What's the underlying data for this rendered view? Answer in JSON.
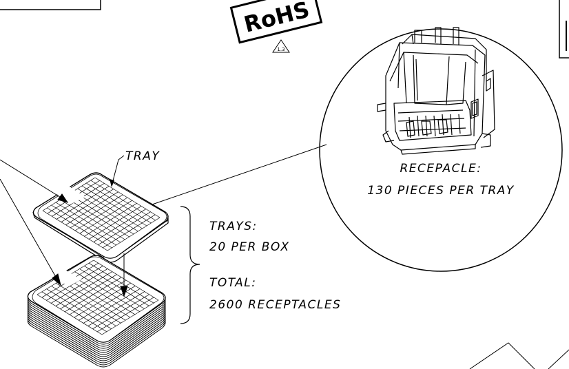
{
  "drawing": {
    "rohs_mark": "RoHS",
    "revision_flag": "1.3",
    "tray_callout": "TRAY",
    "receptacle_note": {
      "line1": "RECEPACLE:",
      "line2": "130 PIECES PER TRAY"
    },
    "trays_note": {
      "line1": "TRAYS:",
      "line2": "20 PER BOX"
    },
    "total_note": {
      "line1": "TOTAL:",
      "line2": "2600 RECEPTACLES"
    }
  }
}
